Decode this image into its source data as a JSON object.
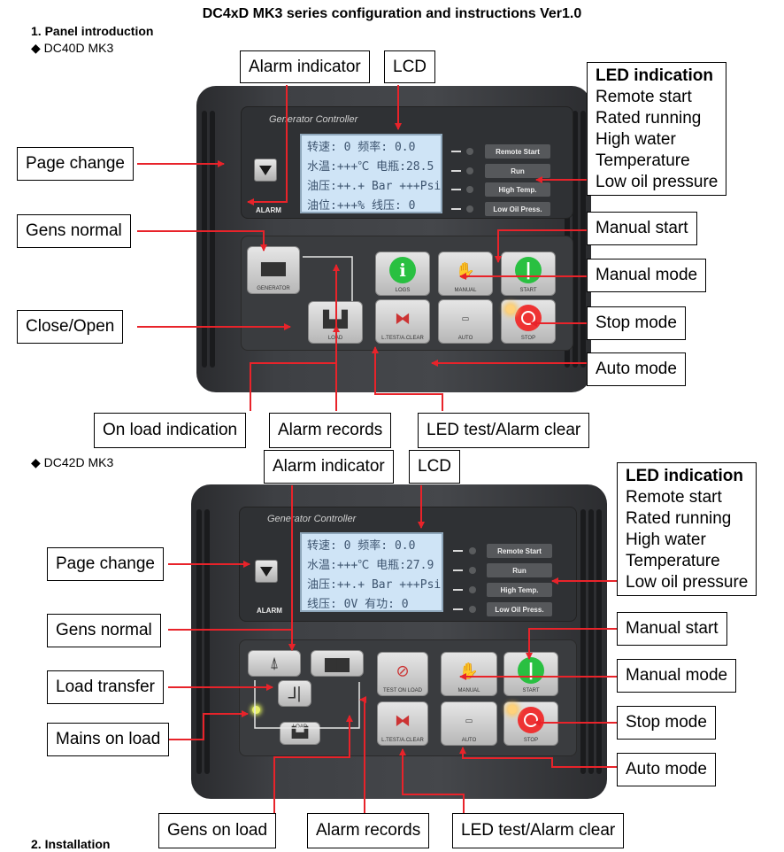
{
  "doc_title": "DC4xD MK3 series configuration and instructions Ver1.0",
  "section1": "1.  Panel introduction",
  "section2": "2.  Installation",
  "model1": "◆ DC40D MK3",
  "model2": "◆ DC42D MK3",
  "device_title": "Generator Controller",
  "alarm_button_label": "ALARM",
  "led_labels": [
    "Remote Start",
    "Run",
    "High Temp.",
    "Low Oil Press."
  ],
  "legend": {
    "title": "LED indication",
    "items": [
      "Remote start",
      "Rated running",
      "High water",
      "Temperature",
      "Low oil pressure"
    ]
  },
  "panel1": {
    "callouts": {
      "alarm_indicator": "Alarm indicator",
      "lcd": "LCD",
      "page_change": "Page change",
      "gens_normal": "Gens normal",
      "close_open": "Close/Open",
      "manual_start": "Manual start",
      "manual_mode": "Manual mode",
      "stop_mode": "Stop mode",
      "auto_mode": "Auto mode",
      "on_load_indication": "On load indication",
      "alarm_records": "Alarm records",
      "led_test": "LED test/Alarm clear"
    },
    "lcd_lines": [
      "转速:   0  频率: 0.0",
      "水温:+++℃ 电瓶:28.5",
      "油压:++.+ Bar +++Psi",
      "油位:+++%  线压:   0"
    ],
    "buttons": {
      "generator": "GENERATOR",
      "load": "LOAD",
      "logs": "LOGS",
      "test_clear": "L.TEST/A.CLEAR",
      "manual": "MANUAL",
      "start": "START",
      "auto": "AUTO",
      "stop": "STOP"
    }
  },
  "panel2": {
    "callouts": {
      "alarm_indicator": "Alarm indicator",
      "lcd": "LCD",
      "page_change": "Page change",
      "gens_normal": "Gens normal",
      "load_transfer": "Load transfer",
      "mains_on_load": "Mains on load",
      "manual_start": "Manual start",
      "manual_mode": "Manual mode",
      "stop_mode": "Stop mode",
      "auto_mode": "Auto mode",
      "gens_on_load": "Gens on load",
      "alarm_records": "Alarm records",
      "led_test": "LED test/Alarm clear"
    },
    "lcd_lines": [
      "转速:   0  频率: 0.0",
      "水温:+++℃ 电瓶:27.9",
      "油压:++.+ Bar +++Psi",
      "线压:  0V  有功:   0"
    ],
    "buttons": {
      "test_on_load": "TEST ON LOAD",
      "load": "LOAD",
      "test_clear": "L.TEST/A.CLEAR",
      "manual": "MANUAL",
      "start": "START",
      "auto": "AUTO",
      "stop": "STOP"
    }
  },
  "colors": {
    "arrow": "#e8232a",
    "callout_border": "#000000",
    "start_green": "#29c041",
    "stop_red": "#e33333"
  }
}
